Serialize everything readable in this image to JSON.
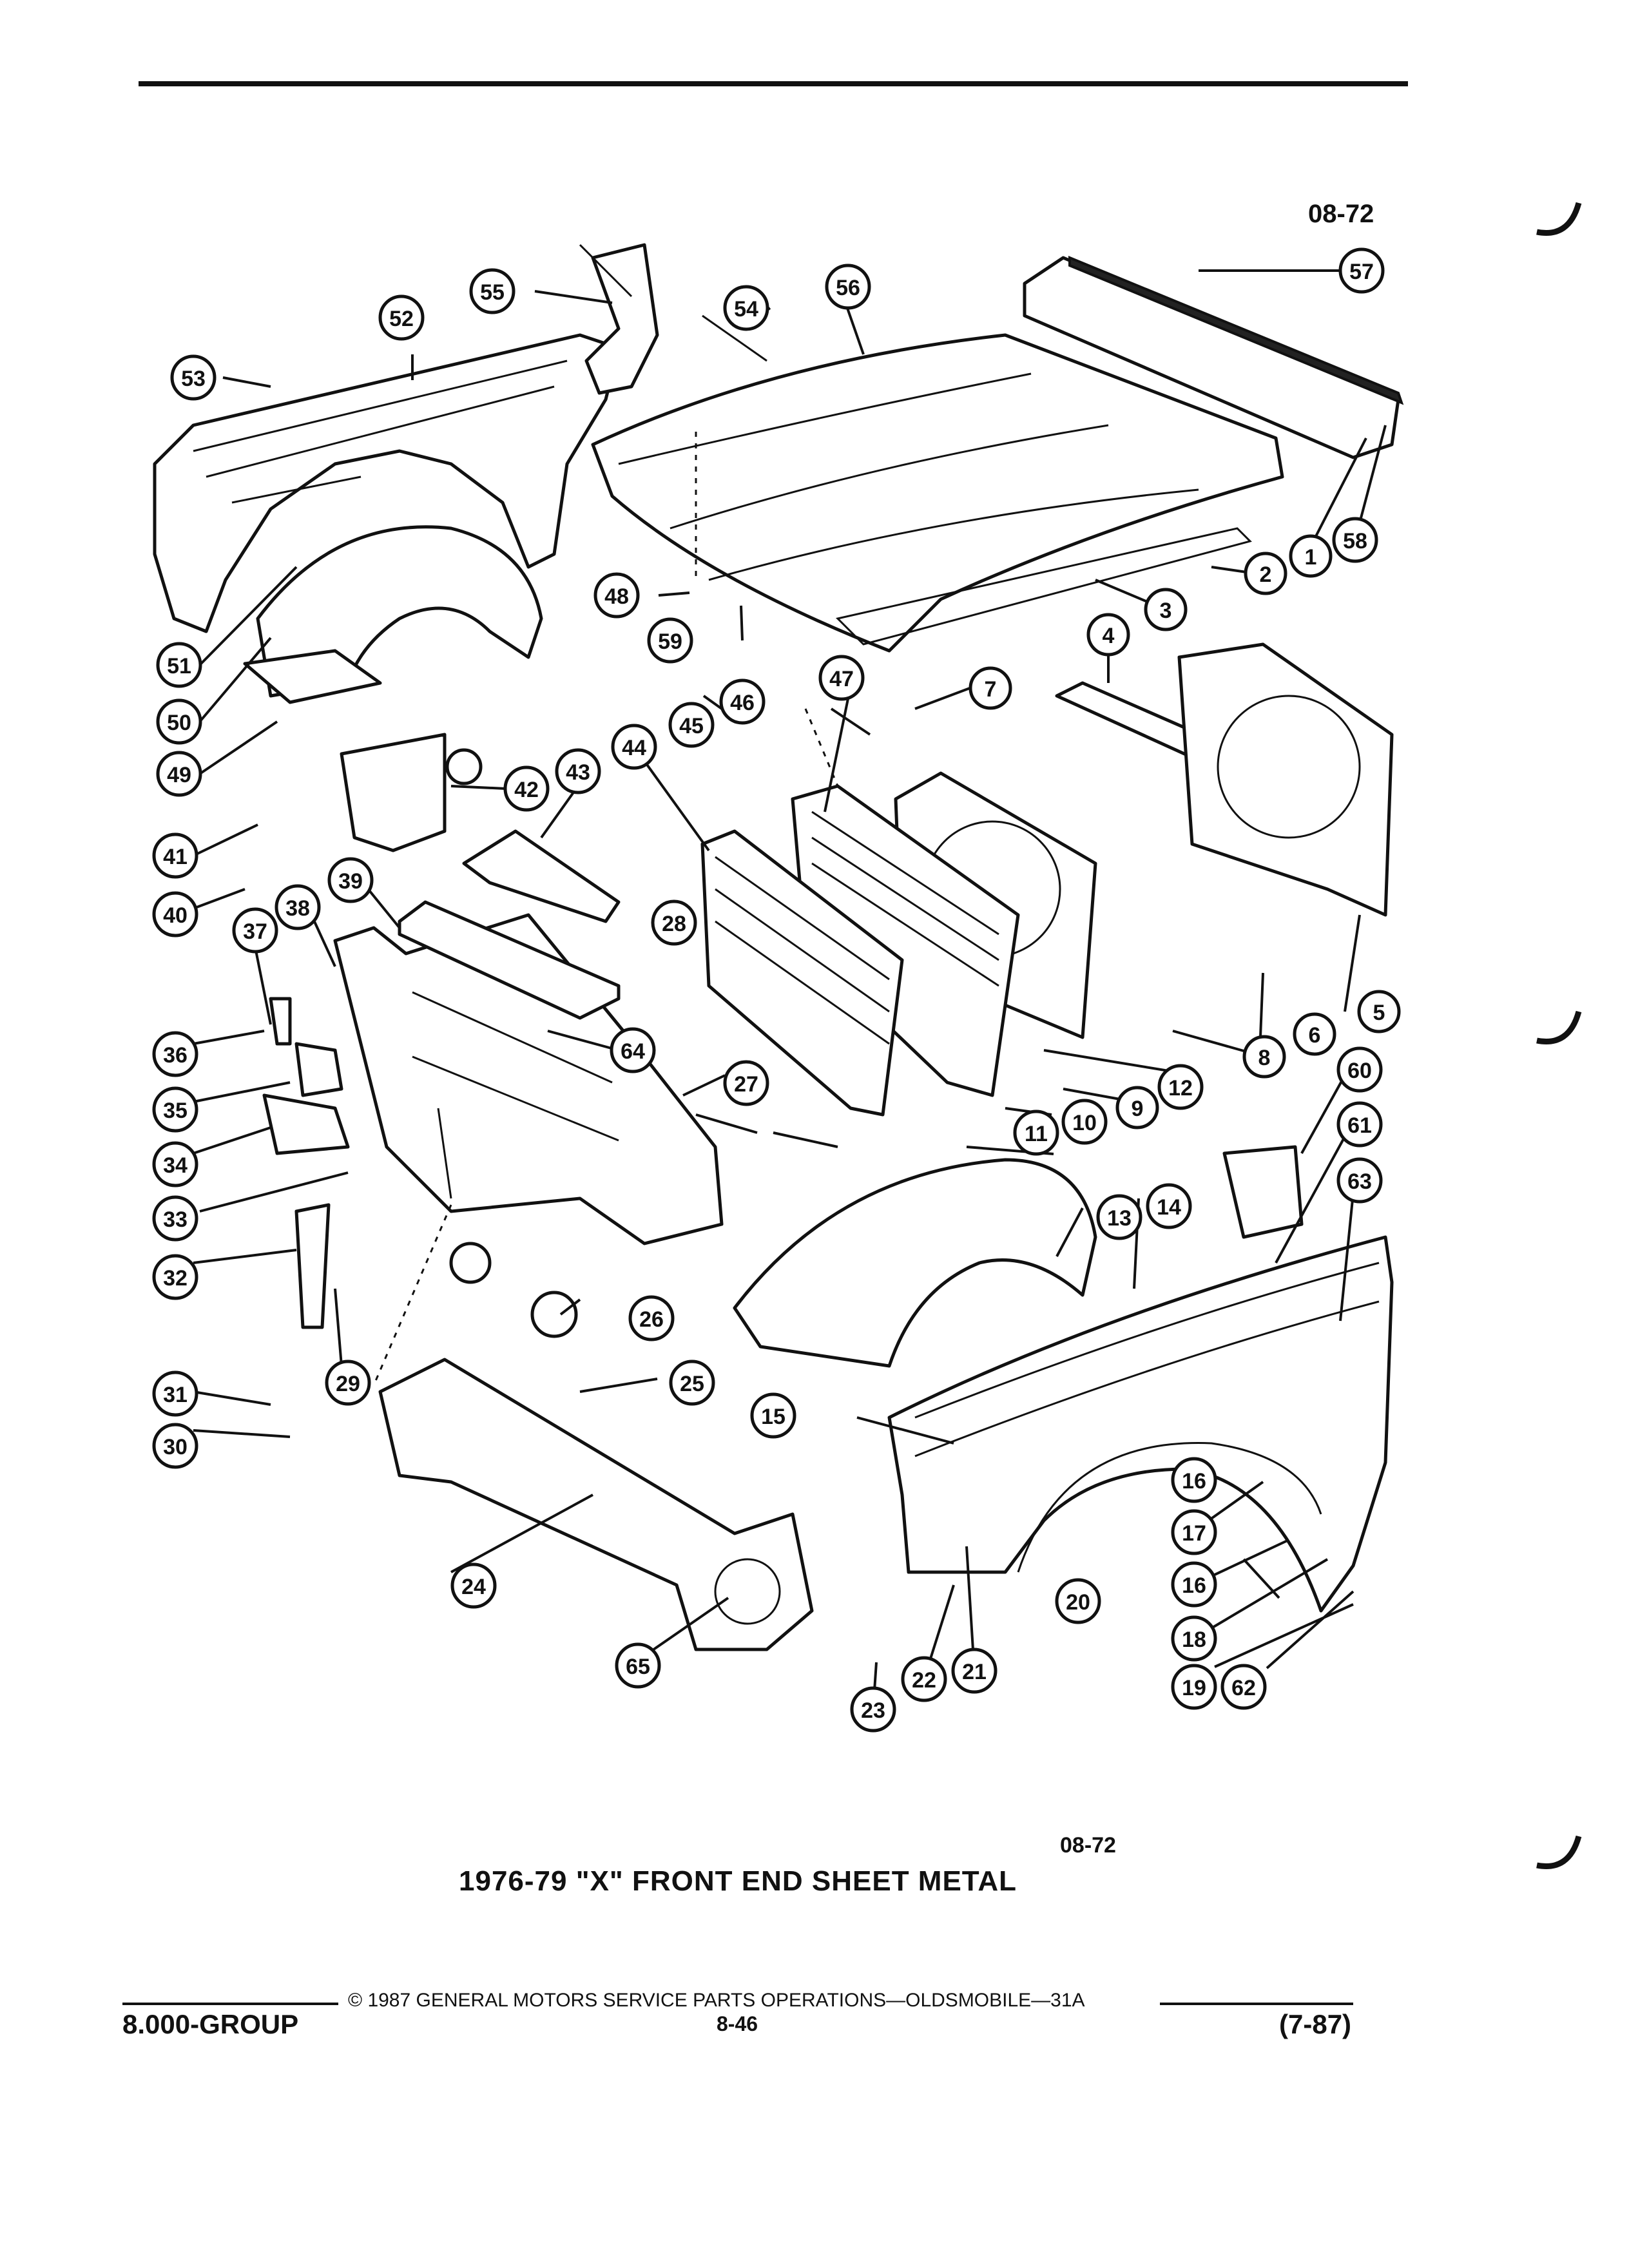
{
  "header": {
    "ref_code": "08-72"
  },
  "diagram": {
    "footer_ref_code": "08-72",
    "title": "1976-79 \"X\" FRONT END SHEET METAL",
    "callouts": [
      "1",
      "2",
      "3",
      "4",
      "5",
      "6",
      "7",
      "8",
      "9",
      "10",
      "11",
      "12",
      "13",
      "14",
      "15",
      "16",
      "16",
      "17",
      "18",
      "19",
      "20",
      "21",
      "22",
      "23",
      "24",
      "25",
      "26",
      "27",
      "28",
      "29",
      "30",
      "31",
      "32",
      "33",
      "34",
      "35",
      "36",
      "37",
      "38",
      "39",
      "40",
      "41",
      "42",
      "43",
      "44",
      "45",
      "46",
      "47",
      "48",
      "49",
      "50",
      "51",
      "52",
      "53",
      "54",
      "55",
      "56",
      "57",
      "58",
      "59",
      "60",
      "61",
      "62",
      "63",
      "64",
      "65"
    ]
  },
  "footer": {
    "copyright": "© 1987 GENERAL MOTORS SERVICE PARTS OPERATIONS—OLDSMOBILE—31A",
    "group": "8.000-GROUP",
    "page": "8-46",
    "revision": "(7-87)"
  }
}
